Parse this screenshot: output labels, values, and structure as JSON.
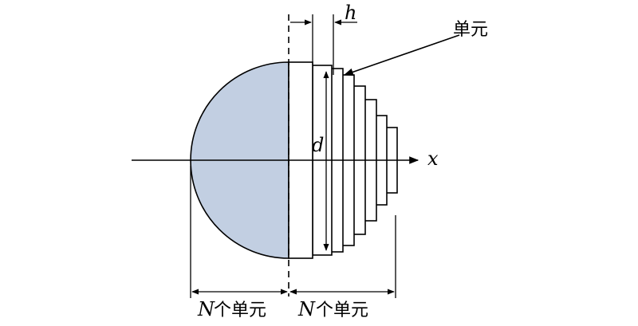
{
  "labels": {
    "h": "h",
    "d": "d",
    "x": "x",
    "cell": "单元",
    "n_left_var": "N",
    "n_left_text": "个单元",
    "n_right_var": "N",
    "n_right_text": "个单元"
  },
  "colors": {
    "hemisphere_fill": "#c2cfe2",
    "stroke": "#000000",
    "background": "#ffffff"
  }
}
